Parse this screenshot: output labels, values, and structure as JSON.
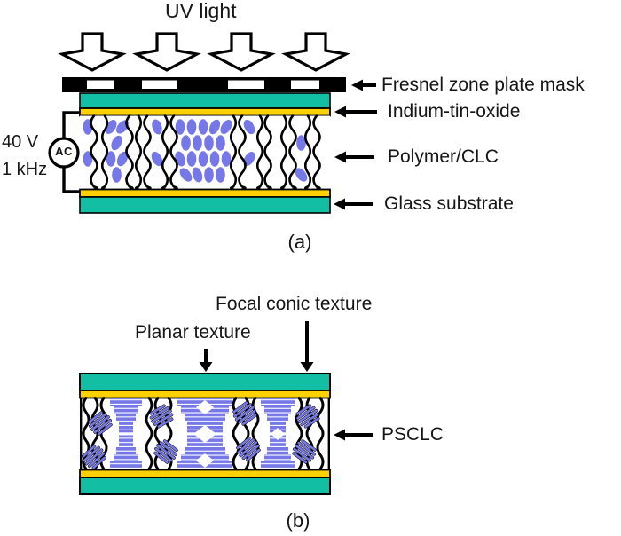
{
  "figure": {
    "panel_a": {
      "uv_light": "UV light",
      "voltage": "40 V",
      "frequency": "1 kHz",
      "ac_source": "AC",
      "layer_labels": {
        "mask": "Fresnel zone plate mask",
        "ito": "Indium-tin-oxide",
        "lc": "Polymer/CLC",
        "glass": "Glass substrate"
      },
      "caption": "(a)"
    },
    "panel_b": {
      "focal_conic": "Focal conic texture",
      "planar": "Planar texture",
      "cell": "PSCLC",
      "caption": "(b)"
    },
    "colors": {
      "teal": "#12bfa5",
      "yellow": "#ffd100",
      "blue": "#7678e8",
      "ink": "#000000"
    }
  }
}
